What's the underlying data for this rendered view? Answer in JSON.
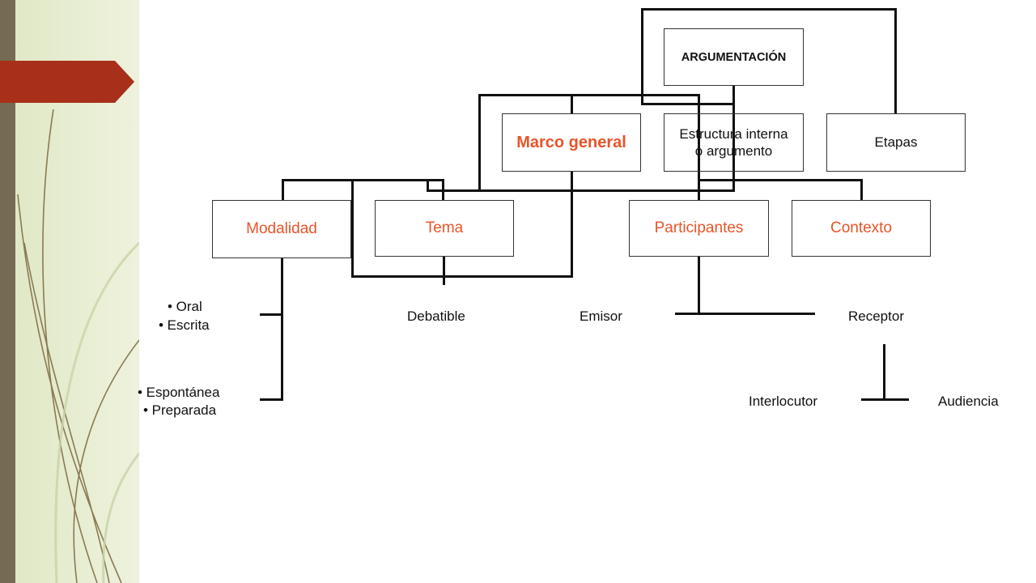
{
  "colors": {
    "accent_red": "#a8301a",
    "panel_green": "#e6ecd0",
    "stripe_dark": "#756b52",
    "node_orange": "#e8542a",
    "line": "#111111"
  },
  "nodes": {
    "argumentacion": "ARGUMENTACIÓN",
    "marco_general": "Marco general",
    "estructura_line1": "Estructura interna",
    "estructura_line2": "o argumento",
    "etapas": "Etapas",
    "modalidad": "Modalidad",
    "tema": "Tema",
    "participantes": "Participantes",
    "contexto": "Contexto"
  },
  "labels": {
    "oral": "• Oral",
    "escrita": "• Escrita",
    "espontanea": "• Espontánea",
    "preparada": "• Preparada",
    "debatible": "Debatible",
    "emisor": "Emisor",
    "receptor": "Receptor",
    "interlocutor": "Interlocutor",
    "audiencia": "Audiencia"
  }
}
